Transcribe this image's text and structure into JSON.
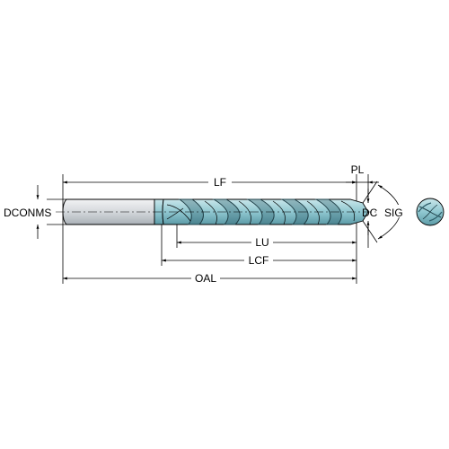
{
  "drawing": {
    "labels": {
      "lf": "LF",
      "pl": "PL",
      "dcon_ms": "DCONMS",
      "dc": "DC",
      "sig": "SIG",
      "lu": "LU",
      "lcf": "LCF",
      "oal": "OAL"
    },
    "colors": {
      "line": "#000000",
      "shank_gray": "#d4d8dc",
      "coating_teal": "#8fc7d0",
      "flute_dark": "#2f5f6a",
      "background": "#ffffff"
    }
  }
}
